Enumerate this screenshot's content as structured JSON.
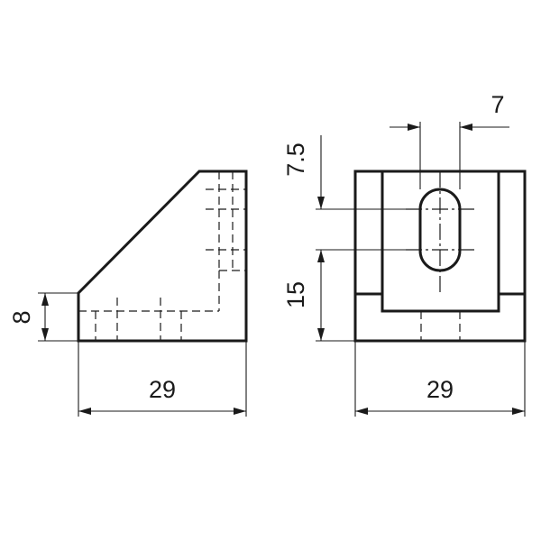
{
  "dimensions": {
    "left_width": "29",
    "left_height": "8",
    "right_width": "29",
    "right_slot_width": "7",
    "right_top_offset": "7.5",
    "right_bottom_height": "15"
  }
}
